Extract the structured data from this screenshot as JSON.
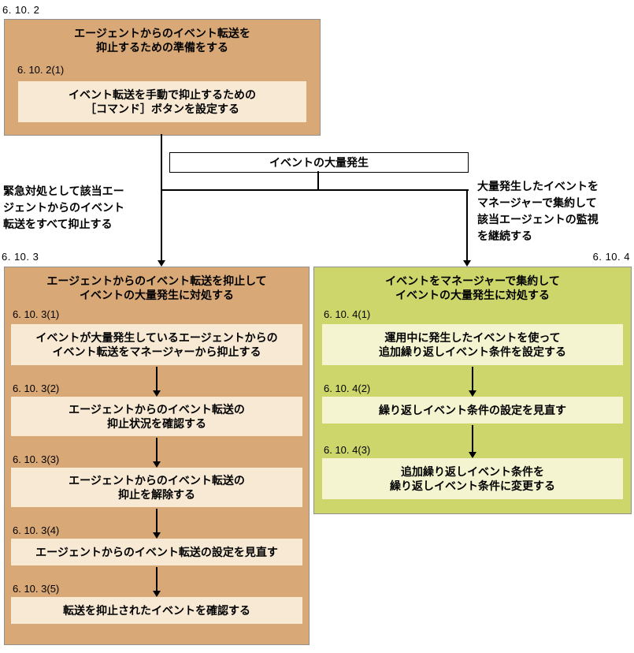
{
  "colors": {
    "tan_outer": "#d8a877",
    "tan_inner": "#f7e9d3",
    "green_outer": "#ccd66b",
    "green_inner": "#f4f5d0",
    "box_border": "#909090",
    "line": "#000000"
  },
  "labels": {
    "event_storm": "イベントの大量発生",
    "left_note": "緊急対処として該当エー\nジェントからのイベント\n転送をすべて抑止する",
    "right_note": "大量発生したイベントを\nマネージャーで集約して\n該当エージェントの監視\nを継続する"
  },
  "top_flow": {
    "section": "6. 10. 2",
    "title": "エージェントからのイベント転送を\n抑止するための準備をする",
    "steps": [
      {
        "label": "6. 10. 2(1)",
        "text": "イベント転送を手動で抑止するための\n［コマンド］ボタンを設定する"
      }
    ]
  },
  "left_flow": {
    "section": "6. 10. 3",
    "title": "エージェントからのイベント転送を抑止して\nイベントの大量発生に対処する",
    "steps": [
      {
        "label": "6. 10. 3(1)",
        "text": "イベントが大量発生しているエージェントからの\nイベント転送をマネージャーから抑止する"
      },
      {
        "label": "6. 10. 3(2)",
        "text": "エージェントからのイベント転送の\n抑止状況を確認する"
      },
      {
        "label": "6. 10. 3(3)",
        "text": "エージェントからのイベント転送の\n抑止を解除する"
      },
      {
        "label": "6. 10. 3(4)",
        "text": "エージェントからのイベント転送の設定を見直す"
      },
      {
        "label": "6. 10. 3(5)",
        "text": "転送を抑止されたイベントを確認する"
      }
    ]
  },
  "right_flow": {
    "section": "6. 10. 4",
    "title": "イベントをマネージャーで集約して\nイベントの大量発生に対処する",
    "steps": [
      {
        "label": "6. 10. 4(1)",
        "text": "運用中に発生したイベントを使って\n追加繰り返しイベント条件を設定する"
      },
      {
        "label": "6. 10. 4(2)",
        "text": "繰り返しイベント条件の設定を見直す"
      },
      {
        "label": "6. 10. 4(3)",
        "text": "追加繰り返しイベント条件を\n繰り返しイベント条件に変更する"
      }
    ]
  }
}
